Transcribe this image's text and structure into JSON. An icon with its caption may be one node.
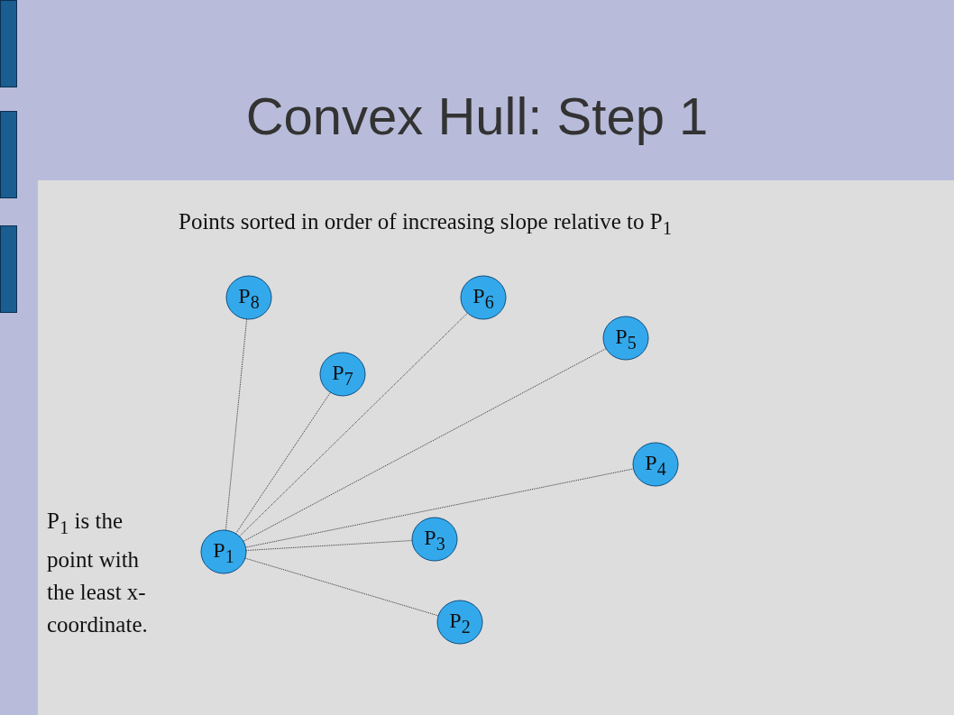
{
  "diagram": {
    "title": "Convex Hull: Step 1",
    "nodes": [
      {
        "text": [
          "P$_{8}$"
        ]
      },
      {
        "text": [
          "P$_{6}$"
        ]
      },
      {
        "text": [
          "P$_{5}$"
        ]
      },
      {
        "text": [
          "P$_{7}$"
        ]
      },
      {
        "text": [
          "P$_{4}$"
        ]
      },
      {
        "text": [
          "P$_{3}$"
        ]
      },
      {
        "text": [
          "P$_{1}$"
        ]
      },
      {
        "text": [
          "P$_{2}$"
        ]
      }
    ],
    "edges": [
      {
        "from": 6,
        "to": 7,
        "arrow": "none"
      },
      {
        "from": 6,
        "to": 5,
        "arrow": "none"
      },
      {
        "from": 6,
        "to": 4,
        "arrow": "none"
      },
      {
        "from": 6,
        "to": 2,
        "arrow": "none"
      },
      {
        "from": 6,
        "to": 1,
        "arrow": "none"
      },
      {
        "from": 6,
        "to": 3,
        "arrow": "none"
      },
      {
        "from": 6,
        "to": 0,
        "arrow": "none"
      }
    ],
    "labels": [
      "Points sorted in order of increasing slope relative to P$_{1}$",
      "P$_{1}$ is the point with the least x-coordinate."
    ]
  }
}
